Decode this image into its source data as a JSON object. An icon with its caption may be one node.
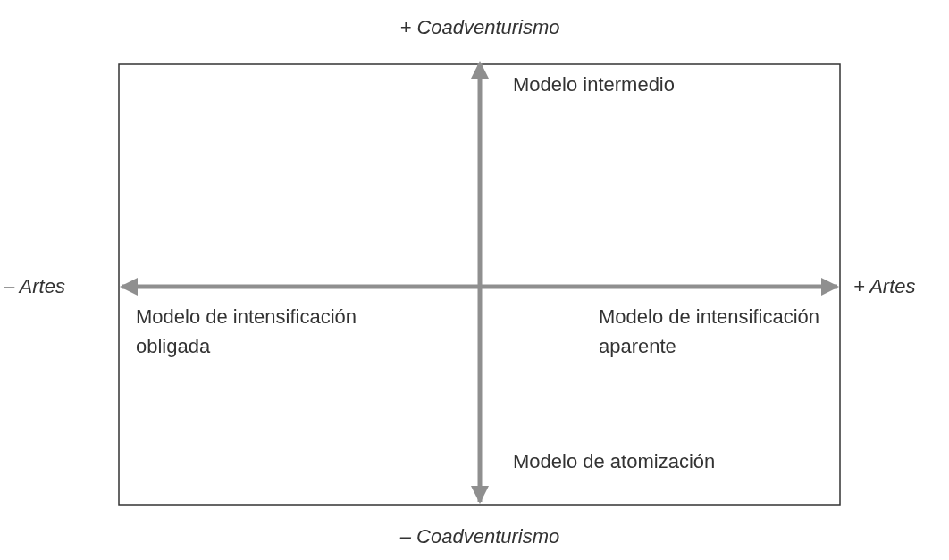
{
  "diagram": {
    "labels": [
      "+ Coadventurismo",
      "Modelo intermedio",
      "– Artes",
      "+ Artes",
      "Modelo de intensificación obligada",
      "Modelo de intensificación aparente",
      "Modelo de atomización",
      "– Coadventurismo"
    ]
  }
}
